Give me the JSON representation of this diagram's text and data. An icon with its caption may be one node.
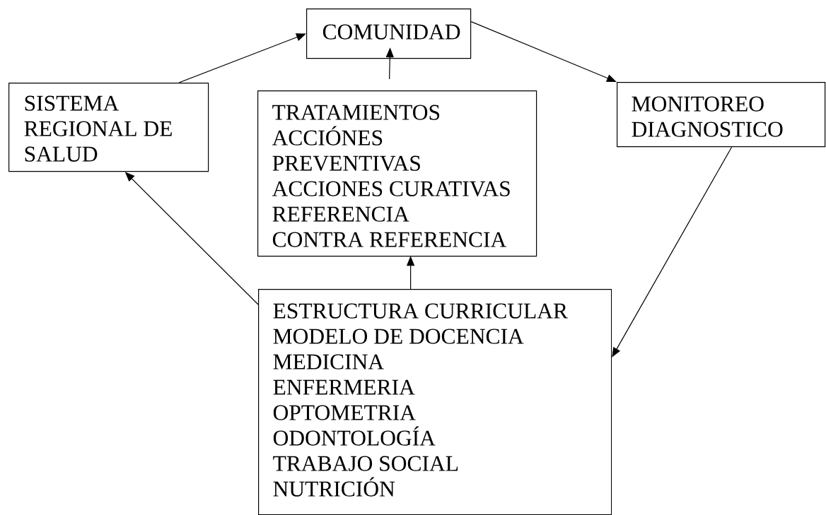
{
  "diagram": {
    "nodes": [
      {
        "text": [
          "COMUNIDAD"
        ]
      },
      {
        "text": [
          "SISTEMA REGIONAL DE SALUD"
        ]
      },
      {
        "text": [
          "TRATAMIENTOS",
          "ACCIÓNES PREVENTIVAS",
          "ACCIONES CURATIVAS",
          "REFERENCIA",
          "CONTRA REFERENCIA"
        ]
      },
      {
        "text": [
          "MONITOREO DIAGNOSTICO"
        ]
      },
      {
        "text": [
          "ESTRUCTURA CURRICULAR",
          "MODELO DE DOCENCIA",
          "MEDICINA",
          "ENFERMERIA",
          "OPTOMETRIA",
          "ODONTOLOGÍA",
          "TRABAJO SOCIAL",
          "NUTRICIÓN"
        ]
      }
    ],
    "edges": [
      {
        "from": 1,
        "to": 0,
        "arrow": "to"
      },
      {
        "from": 0,
        "to": 3,
        "arrow": "to"
      },
      {
        "from": 3,
        "to": 4,
        "arrow": "to"
      },
      {
        "from": 4,
        "to": 1,
        "arrow": "to"
      },
      {
        "from": 2,
        "to": 0,
        "arrow": "to"
      },
      {
        "from": 4,
        "to": 2,
        "arrow": "to"
      }
    ]
  }
}
